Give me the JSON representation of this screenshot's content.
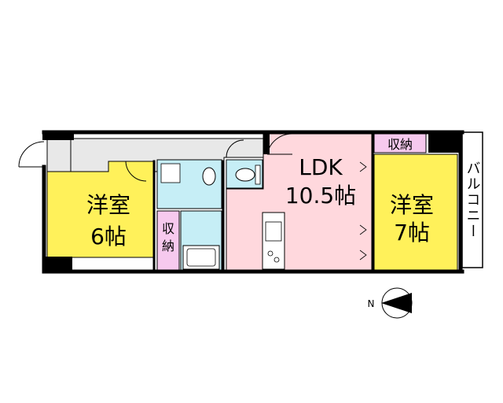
{
  "rooms": {
    "western6": {
      "name": "洋室",
      "size": "6帖"
    },
    "ldk": {
      "name": "LDK",
      "size": "10.5帖"
    },
    "western7": {
      "name": "洋室",
      "size": "7帖"
    },
    "storage_top": "収納",
    "storage_small": [
      "収",
      "納"
    ],
    "balcony": "バルコニー"
  },
  "compass": {
    "north_label": "N"
  },
  "colors": {
    "western": "#fff15a",
    "ldk": "#ffd8dd",
    "wet_area": "#c6eef6",
    "storage": "#f6c9ee",
    "hall": "#e8e8e8",
    "wall": "#000000"
  }
}
